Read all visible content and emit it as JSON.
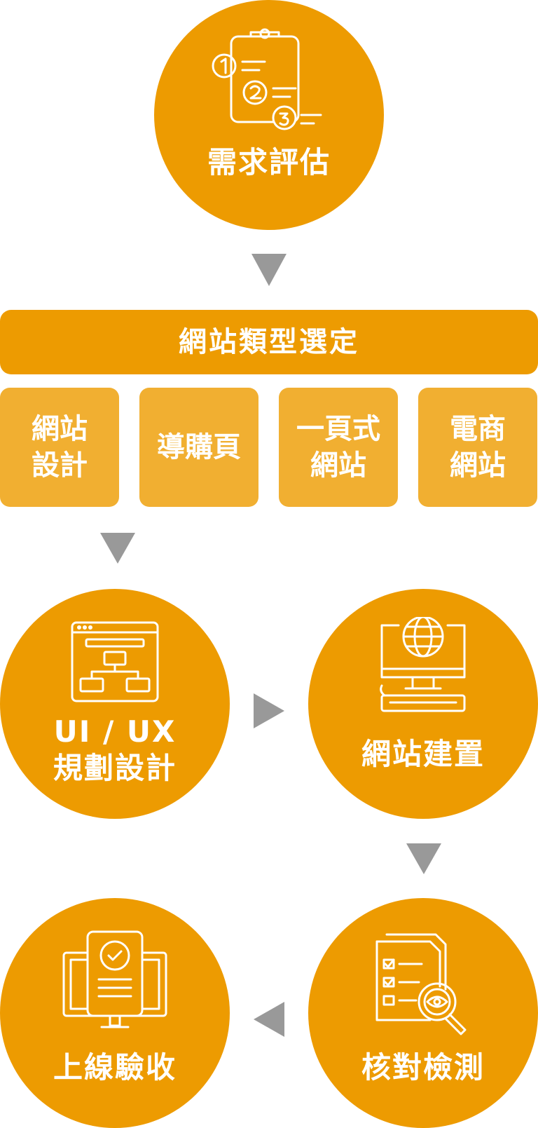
{
  "steps": {
    "needs": "需求評估",
    "uiux_line1": "UI / UX",
    "uiux_line2": "規劃設計",
    "build": "網站建置",
    "verify": "核對檢測",
    "launch": "上線驗收"
  },
  "site_type_bar": "網站類型選定",
  "site_types": [
    {
      "line1": "網站",
      "line2": "設計"
    },
    {
      "line1": "導購頁",
      "line2": ""
    },
    {
      "line1": "一頁式",
      "line2": "網站"
    },
    {
      "line1": "電商",
      "line2": "網站"
    }
  ],
  "colors": {
    "circle": "#ED9B01",
    "card": "#F1AF31",
    "arrow": "#999999",
    "icon_stroke": "#ffffff"
  },
  "icons": [
    "checklist-icon",
    "sitemap-icon",
    "globe-computer-icon",
    "document-inspect-icon",
    "approved-device-icon"
  ]
}
